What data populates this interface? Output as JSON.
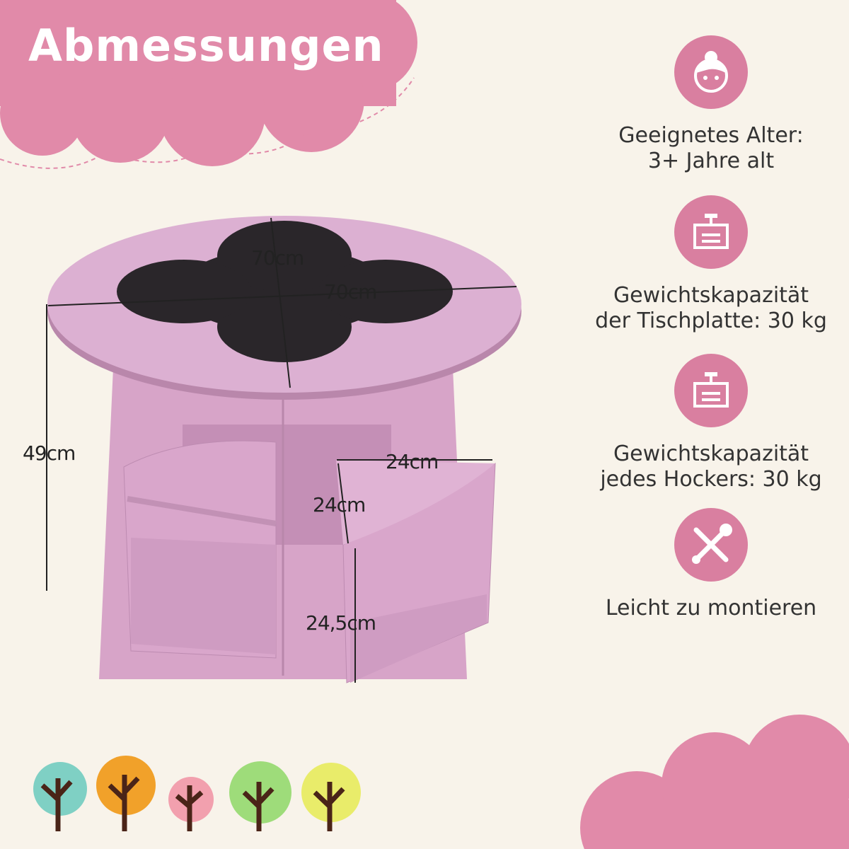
{
  "title": "Abmessungen",
  "features": [
    {
      "icon": "child-face-icon",
      "line1": "Geeignetes Alter:",
      "line2": "3+ Jahre alt"
    },
    {
      "icon": "weight-icon",
      "line1": "Gewichtskapazität",
      "line2": "der Tischplatte: 30 kg"
    },
    {
      "icon": "weight-icon",
      "line1": "Gewichtskapazität",
      "line2": "jedes Hockers: 30 kg"
    },
    {
      "icon": "tools-icon",
      "line1": "Leicht zu montieren",
      "line2": ""
    }
  ],
  "dimensions": {
    "top_depth": "70cm",
    "top_width": "70cm",
    "height": "49cm",
    "stool_width": "24cm",
    "stool_depth": "24cm",
    "stool_height": "24,5cm"
  },
  "colors": {
    "accent": "#d97fa0",
    "background": "#f8f3ea",
    "table": "#d9a8cc"
  }
}
